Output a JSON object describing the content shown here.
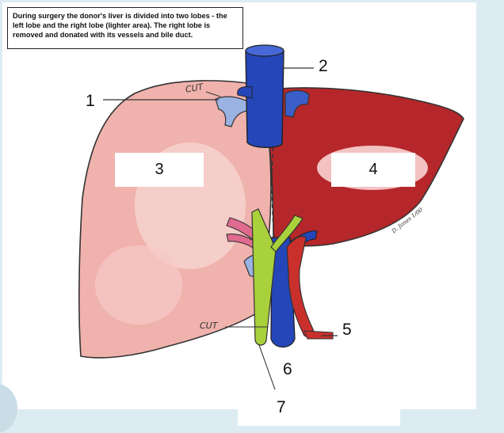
{
  "caption": "During surgery the donor's liver is divided into two lobes - the left lobe and the right lobe (lighter area). The right lobe is removed and donated with its vessels and bile duct.",
  "cut_labels": {
    "top": "CUT",
    "bottom": "CUT"
  },
  "numbers": {
    "n1": "1",
    "n2": "2",
    "n3": "3",
    "n4": "4",
    "n5": "5",
    "n6": "6",
    "n7": "7"
  },
  "signature": "D. Jones 1/00",
  "colors": {
    "right_lobe": "#f0b2ad",
    "left_lobe": "#b5272a",
    "vein": "#2546b8",
    "portal_vein_light": "#9ab3e3",
    "artery": "#c9302c",
    "artery_pink": "#e06a90",
    "bile_duct": "#a8d13c",
    "background": "#dcecf2"
  }
}
